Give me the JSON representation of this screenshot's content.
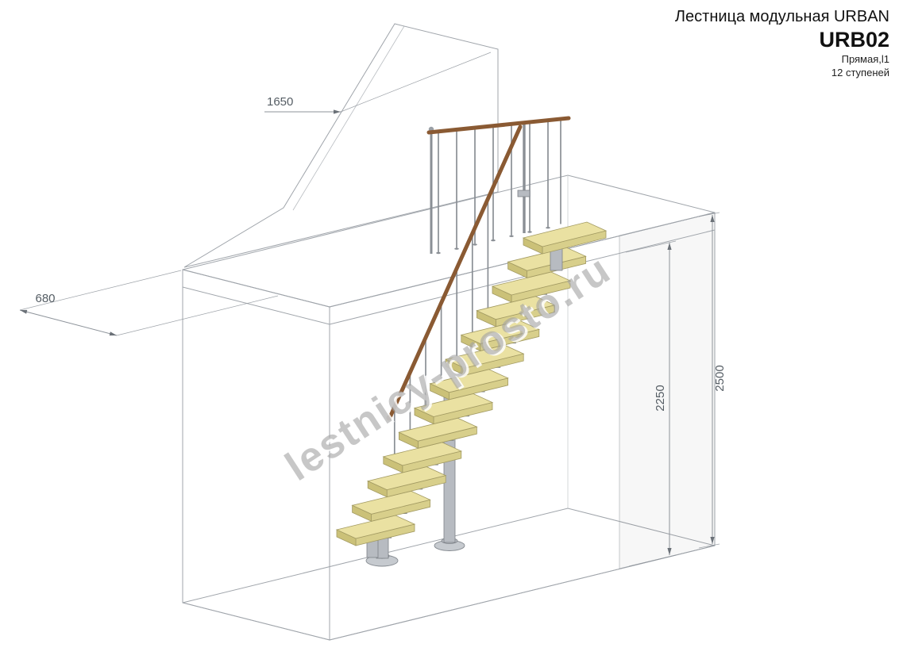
{
  "title_block": {
    "product_line": "Лестница модульная URBAN",
    "model": "URB02",
    "type": "Прямая,l1",
    "steps": "12 ступеней"
  },
  "dimensions": {
    "wall_width": "1650",
    "landing_depth": "680",
    "total_height": "2500",
    "clear_height": "2250"
  },
  "watermark": "lestnicy-prosto.ru",
  "drawing": {
    "step_count": 12,
    "colors": {
      "tread_top": "#eae1a2",
      "tread_front": "#d8cf8b",
      "tread_side": "#cbc178",
      "metal": "#b7bbc1",
      "metal_dark": "#7e8288",
      "handrail": "#8a5a33",
      "structure_line": "#a0a5ab",
      "face_light": "#f1f2f4",
      "dimension": "#8d939a"
    }
  }
}
